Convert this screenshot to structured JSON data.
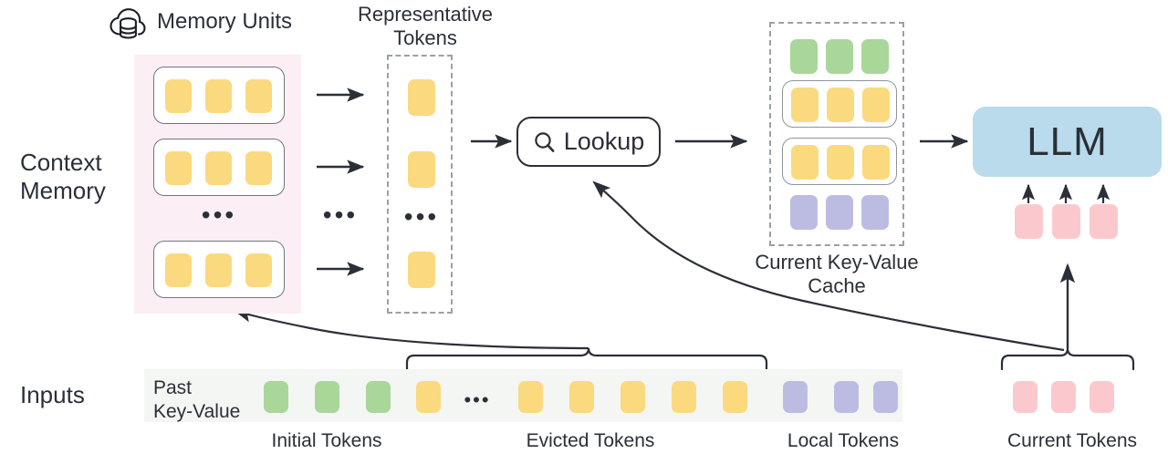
{
  "title": "Context Memory LLM Key-Value Cache Diagram",
  "labels": {
    "context_memory": "Context\nMemory",
    "inputs": "Inputs",
    "memory_units": "Memory Units",
    "representative_tokens": "Representative\nTokens",
    "lookup": "Lookup",
    "current_kv_cache": "Current Key-Value\nCache",
    "llm": "LLM",
    "past_key_value": "Past\nKey-Value",
    "initial_tokens": "Initial Tokens",
    "evicted_tokens": "Evicted Tokens",
    "local_tokens": "Local Tokens",
    "current_tokens": "Current Tokens",
    "ellipsis": "•••",
    "ellipsis_dots": "..."
  },
  "icons": {
    "cloud_database": "cloud-database-icon",
    "search": "search-icon"
  },
  "colors": {
    "token_yellow": "#fbd97f",
    "token_green": "#a9d79a",
    "token_purple": "#bcbce3",
    "token_pink": "#fbc9cd",
    "llm_blue": "#b9dbeb",
    "context_panel_pink": "#fbeef4",
    "inputs_strip_grey": "#f4f6f4",
    "stroke_dark": "#2b2f38",
    "dashed_grey": "#9aa0a6"
  },
  "context_memory": {
    "units": [
      {
        "name": "memory-unit-1",
        "tokens": [
          "yellow",
          "yellow",
          "yellow"
        ]
      },
      {
        "name": "memory-unit-2",
        "tokens": [
          "yellow",
          "yellow",
          "yellow"
        ]
      },
      {
        "name": "memory-unit-n",
        "tokens": [
          "yellow",
          "yellow",
          "yellow"
        ]
      }
    ],
    "unit_count_visible": 3,
    "tokens_per_unit": 3
  },
  "representative_tokens": {
    "tokens": [
      "yellow",
      "yellow",
      "yellow"
    ],
    "count_visible": 3
  },
  "kv_cache": {
    "rows": [
      {
        "name": "kv-row-initial",
        "color": "green",
        "count": 3,
        "boxed": false
      },
      {
        "name": "kv-row-retrieved-unit-1",
        "color": "yellow",
        "count": 3,
        "boxed": true
      },
      {
        "name": "kv-row-retrieved-unit-2",
        "color": "yellow",
        "count": 3,
        "boxed": true
      },
      {
        "name": "kv-row-local",
        "color": "purple",
        "count": 3,
        "boxed": false
      }
    ]
  },
  "llm_inputs": {
    "tokens": [
      "pink",
      "pink",
      "pink"
    ],
    "count": 3
  },
  "inputs_row": {
    "groups": [
      {
        "name": "initial-tokens-group",
        "label": "Initial Tokens",
        "color": "green",
        "count": 3
      },
      {
        "name": "evicted-tokens-group",
        "label": "Evicted Tokens",
        "color": "yellow",
        "count": 6,
        "has_ellipsis_after_first": true
      },
      {
        "name": "local-tokens-group",
        "label": "Local Tokens",
        "color": "purple",
        "count": 3
      },
      {
        "name": "current-tokens-group",
        "label": "Current Tokens",
        "color": "pink",
        "count": 3
      }
    ]
  },
  "flows": [
    {
      "name": "flow-unit-1-to-rep-token",
      "type": "arrow"
    },
    {
      "name": "flow-unit-2-to-rep-token",
      "type": "arrow"
    },
    {
      "name": "flow-unit-n-to-rep-token",
      "type": "arrow"
    },
    {
      "name": "flow-rep-tokens-to-lookup",
      "type": "arrow"
    },
    {
      "name": "flow-lookup-to-kv-cache",
      "type": "arrow"
    },
    {
      "name": "flow-kv-cache-to-llm",
      "type": "arrow"
    },
    {
      "name": "flow-current-tokens-to-lookup",
      "type": "curve"
    },
    {
      "name": "flow-evicted-tokens-to-context-memory",
      "type": "curve"
    },
    {
      "name": "flow-current-tokens-to-llm",
      "type": "arrow"
    }
  ]
}
